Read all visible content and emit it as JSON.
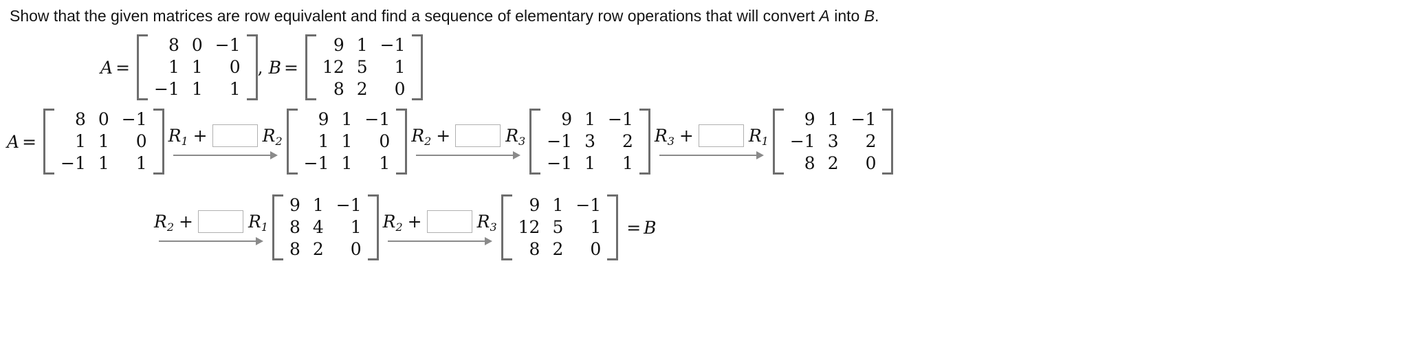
{
  "prompt": {
    "text_before_a": "Show that the given matrices are row equivalent and find a sequence of elementary row operations that will convert ",
    "var_a": "A",
    "text_between": " into ",
    "var_b": "B",
    "text_after": "."
  },
  "symbols": {
    "A": "A",
    "B": "B",
    "equals": "=",
    "comma": ",",
    "plus": "+"
  },
  "definitions": {
    "matrix_A": {
      "label": "A",
      "rows": [
        [
          "8",
          "0",
          "−1"
        ],
        [
          "1",
          "1",
          "0"
        ],
        [
          "−1",
          "1",
          "1"
        ]
      ]
    },
    "matrix_B": {
      "label": "B",
      "rows": [
        [
          "9",
          "1",
          "−1"
        ],
        [
          "12",
          "5",
          "1"
        ],
        [
          "8",
          "2",
          "0"
        ]
      ]
    }
  },
  "chain_row_1": {
    "lead_label": "A",
    "lead_equals": "=",
    "matrix_0": {
      "rows": [
        [
          "8",
          "0",
          "−1"
        ],
        [
          "1",
          "1",
          "0"
        ],
        [
          "−1",
          "1",
          "1"
        ]
      ]
    },
    "op_1": {
      "source_row": "R",
      "source_sub": "1",
      "plus": "+",
      "box_value": "",
      "target_row": "R",
      "target_sub": "2"
    },
    "matrix_1": {
      "rows": [
        [
          "9",
          "1",
          "−1"
        ],
        [
          "1",
          "1",
          "0"
        ],
        [
          "−1",
          "1",
          "1"
        ]
      ]
    },
    "op_2": {
      "source_row": "R",
      "source_sub": "2",
      "plus": "+",
      "box_value": "",
      "target_row": "R",
      "target_sub": "3"
    },
    "matrix_2": {
      "rows": [
        [
          "9",
          "1",
          "−1"
        ],
        [
          "−1",
          "3",
          "2"
        ],
        [
          "−1",
          "1",
          "1"
        ]
      ]
    },
    "op_3": {
      "source_row": "R",
      "source_sub": "3",
      "plus": "+",
      "box_value": "",
      "target_row": "R",
      "target_sub": "1"
    },
    "matrix_3": {
      "rows": [
        [
          "9",
          "1",
          "−1"
        ],
        [
          "−1",
          "3",
          "2"
        ],
        [
          "8",
          "2",
          "0"
        ]
      ]
    }
  },
  "chain_row_2": {
    "op_4": {
      "source_row": "R",
      "source_sub": "2",
      "plus": "+",
      "box_value": "",
      "target_row": "R",
      "target_sub": "1"
    },
    "matrix_4": {
      "rows": [
        [
          "9",
          "1",
          "−1"
        ],
        [
          "8",
          "4",
          "1"
        ],
        [
          "8",
          "2",
          "0"
        ]
      ]
    },
    "op_5": {
      "source_row": "R",
      "source_sub": "2",
      "plus": "+",
      "box_value": "",
      "target_row": "R",
      "target_sub": "3"
    },
    "matrix_5": {
      "rows": [
        [
          "9",
          "1",
          "−1"
        ],
        [
          "12",
          "5",
          "1"
        ],
        [
          "8",
          "2",
          "0"
        ]
      ]
    },
    "trail_equals": "=",
    "trail_label": "B"
  },
  "colors": {
    "text": "#141414",
    "bracket": "#6e6e6e",
    "arrow": "#8a8a8a",
    "box_border": "#b0b0b0",
    "background": "#ffffff"
  }
}
